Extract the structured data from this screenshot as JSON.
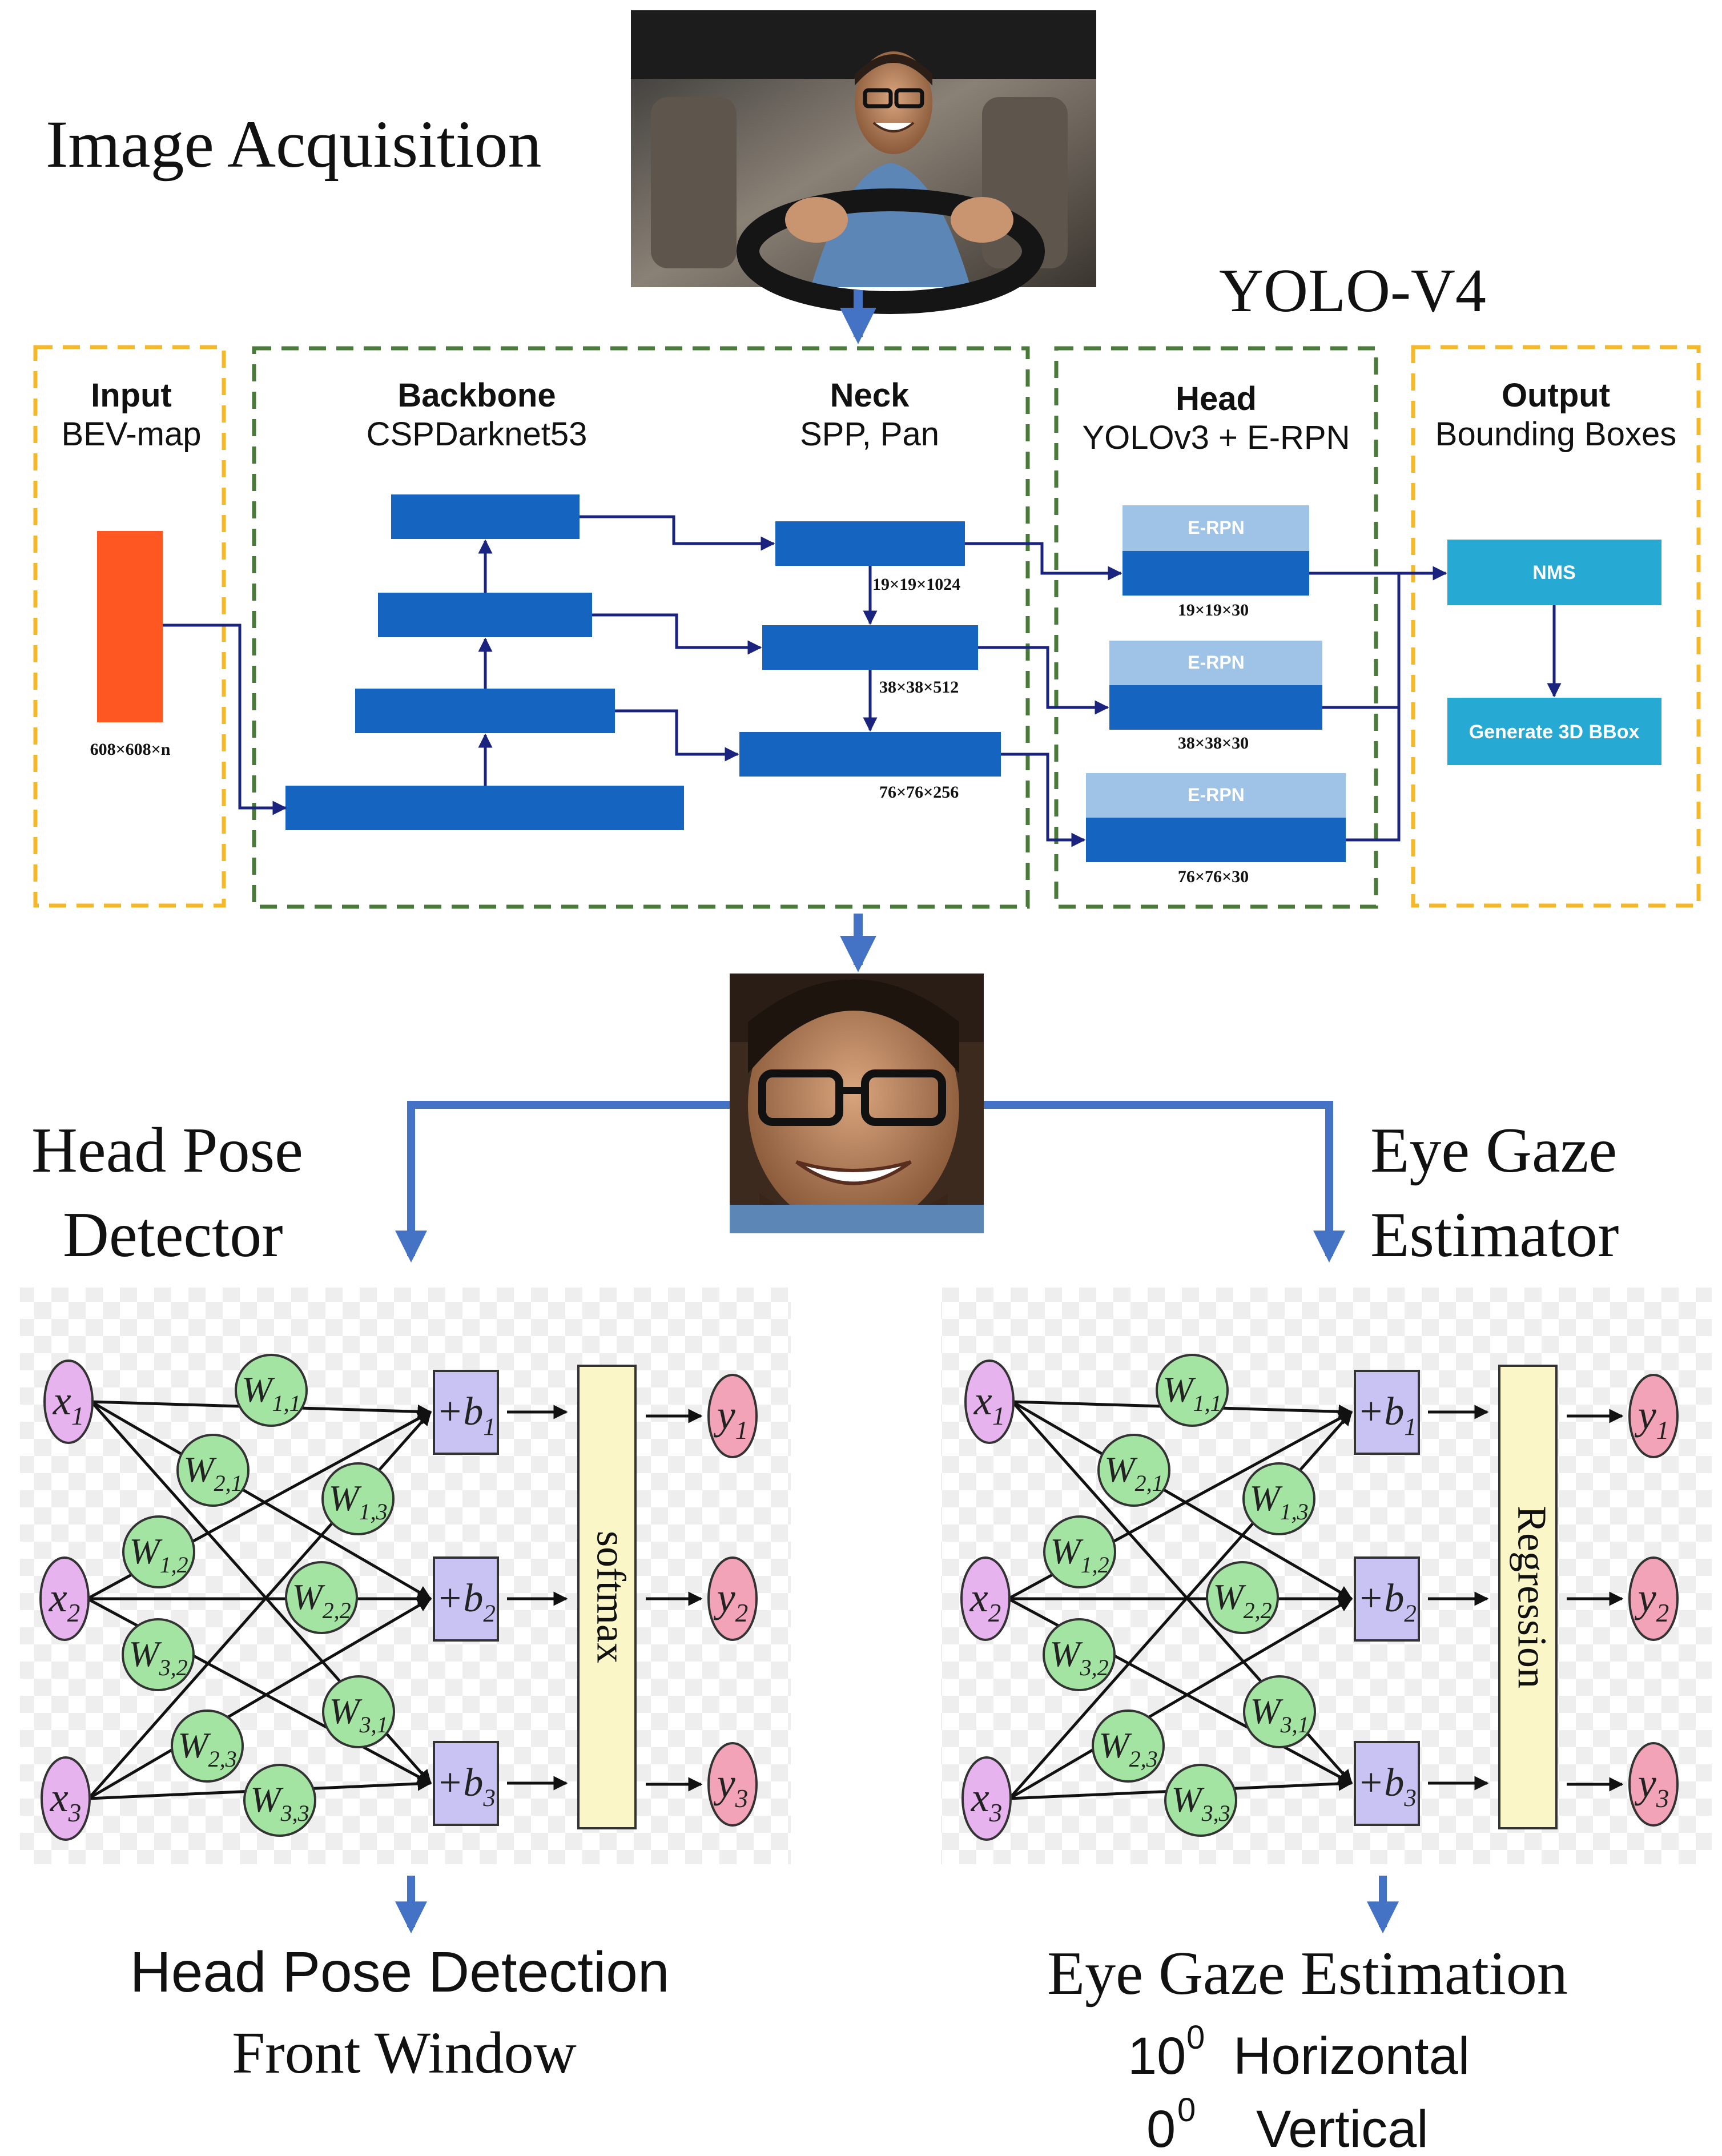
{
  "titles": {
    "image_acquisition": "Image Acquisition",
    "yolo": "YOLO-V4",
    "head_pose_detector": [
      "Head Pose",
      "Detector"
    ],
    "eye_gaze_estimator": [
      "Eye Gaze",
      "Estimator"
    ]
  },
  "yolo": {
    "input": {
      "title": "Input",
      "subtitle": "BEV-map",
      "size": "608×608×n"
    },
    "backbone": {
      "title": "Backbone",
      "subtitle": "CSPDarknet53"
    },
    "neck": {
      "title": "Neck",
      "subtitle": "SPP, Pan"
    },
    "head": {
      "title": "Head",
      "subtitle": "YOLOv3 + E-RPN"
    },
    "output": {
      "title": "Output",
      "subtitle": "Bounding Boxes"
    },
    "neck_dims": [
      "19×19×1024",
      "38×38×512",
      "76×76×256"
    ],
    "head_blocks": [
      {
        "label": "E-RPN",
        "dims": "19×19×30"
      },
      {
        "label": "E-RPN",
        "dims": "38×38×30"
      },
      {
        "label": "E-RPN",
        "dims": "76×76×30"
      }
    ],
    "nms": "NMS",
    "generate": "Generate 3D BBox"
  },
  "networks": {
    "inputs": [
      "x",
      "x",
      "x"
    ],
    "input_subs": [
      "1",
      "2",
      "3"
    ],
    "weights": [
      {
        "k": "W",
        "s": "1,1"
      },
      {
        "k": "W",
        "s": "2,1"
      },
      {
        "k": "W",
        "s": "1,3"
      },
      {
        "k": "W",
        "s": "1,2"
      },
      {
        "k": "W",
        "s": "2,2"
      },
      {
        "k": "W",
        "s": "3,2"
      },
      {
        "k": "W",
        "s": "3,1"
      },
      {
        "k": "W",
        "s": "2,3"
      },
      {
        "k": "W",
        "s": "3,3"
      }
    ],
    "biases": [
      "+b",
      "+b",
      "+b"
    ],
    "outputs": [
      "y",
      "y",
      "y"
    ],
    "left_activation": "softmax",
    "right_activation": "Regression"
  },
  "results": {
    "left": [
      "Head Pose Detection",
      "Front Window"
    ],
    "right_title": "Eye Gaze Estimation",
    "horizontal_value": "10",
    "horizontal_sup": "0",
    "horizontal_label": "Horizontal",
    "vertical_value": "0",
    "vertical_sup": "0",
    "vertical_label": "Vertical"
  },
  "colors": {
    "arrow": "#4472c4",
    "block": "#1565c0",
    "line": "#1a237e",
    "input_block": "#ff5722",
    "erpn_light": "#9ec3e6",
    "nms": "#26a9d3",
    "dash_yellow": "#f4b828",
    "dash_green": "#4a7a3a",
    "input_node": "#e6b3ef",
    "weight_node": "#a3e4a3",
    "bias_node": "#c8c3f3",
    "output_node": "#f2a3b8",
    "activation": "#fbf6c8"
  }
}
